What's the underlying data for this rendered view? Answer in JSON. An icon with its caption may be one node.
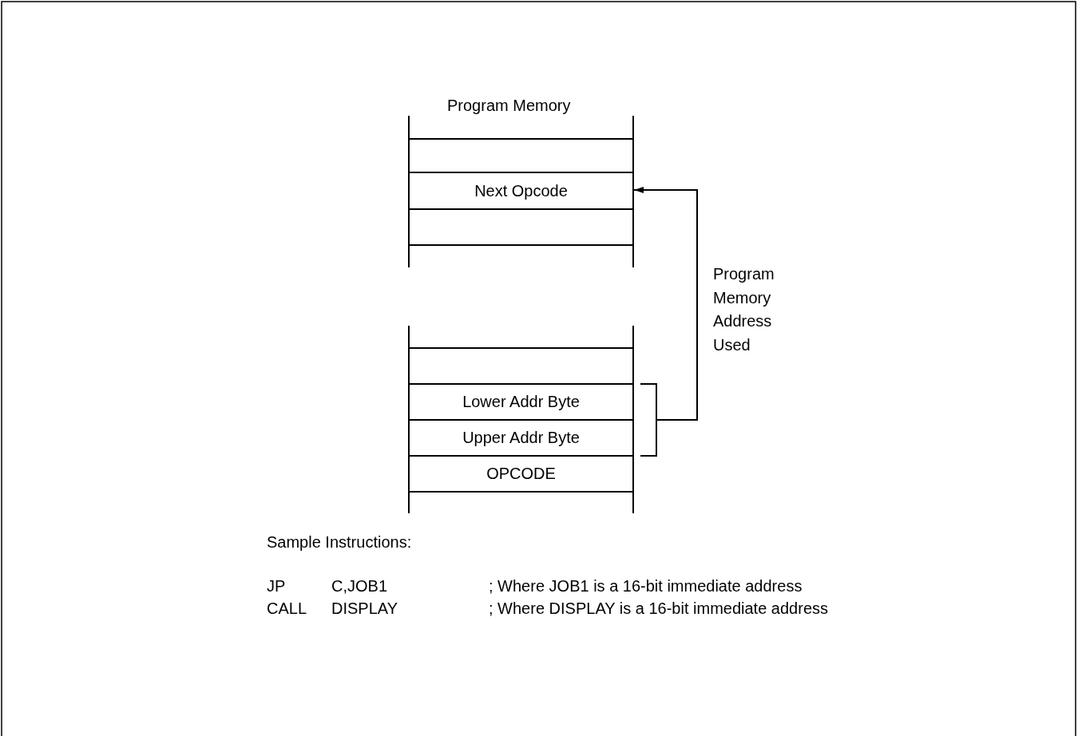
{
  "diagram": {
    "nodes": [
      {
        "text": [],
        "shape": "box"
      },
      {
        "text": [
          "Next Opcode"
        ]
      },
      {
        "text": [],
        "shape": "box"
      },
      {
        "text": [],
        "shape": "box"
      },
      {
        "text": [
          "Lower Addr Byte"
        ]
      },
      {
        "text": [
          "Upper Addr Byte"
        ]
      },
      {
        "text": [
          "OPCODE"
        ]
      },
      {
        "text": [],
        "shape": "bracket"
      }
    ],
    "edges": [
      {
        "from": 7,
        "to": 1,
        "arrow": "to",
        "label": "Program Memory Address Used"
      }
    ],
    "labels": [
      "Program Memory",
      "Sample Instructions:",
      "JP",
      "C,JOB1",
      "; Where JOB1 is a 16-bit immediate address",
      "CALL",
      "DISPLAY",
      "; Where DISPLAY is a 16-bit immediate address"
    ]
  }
}
